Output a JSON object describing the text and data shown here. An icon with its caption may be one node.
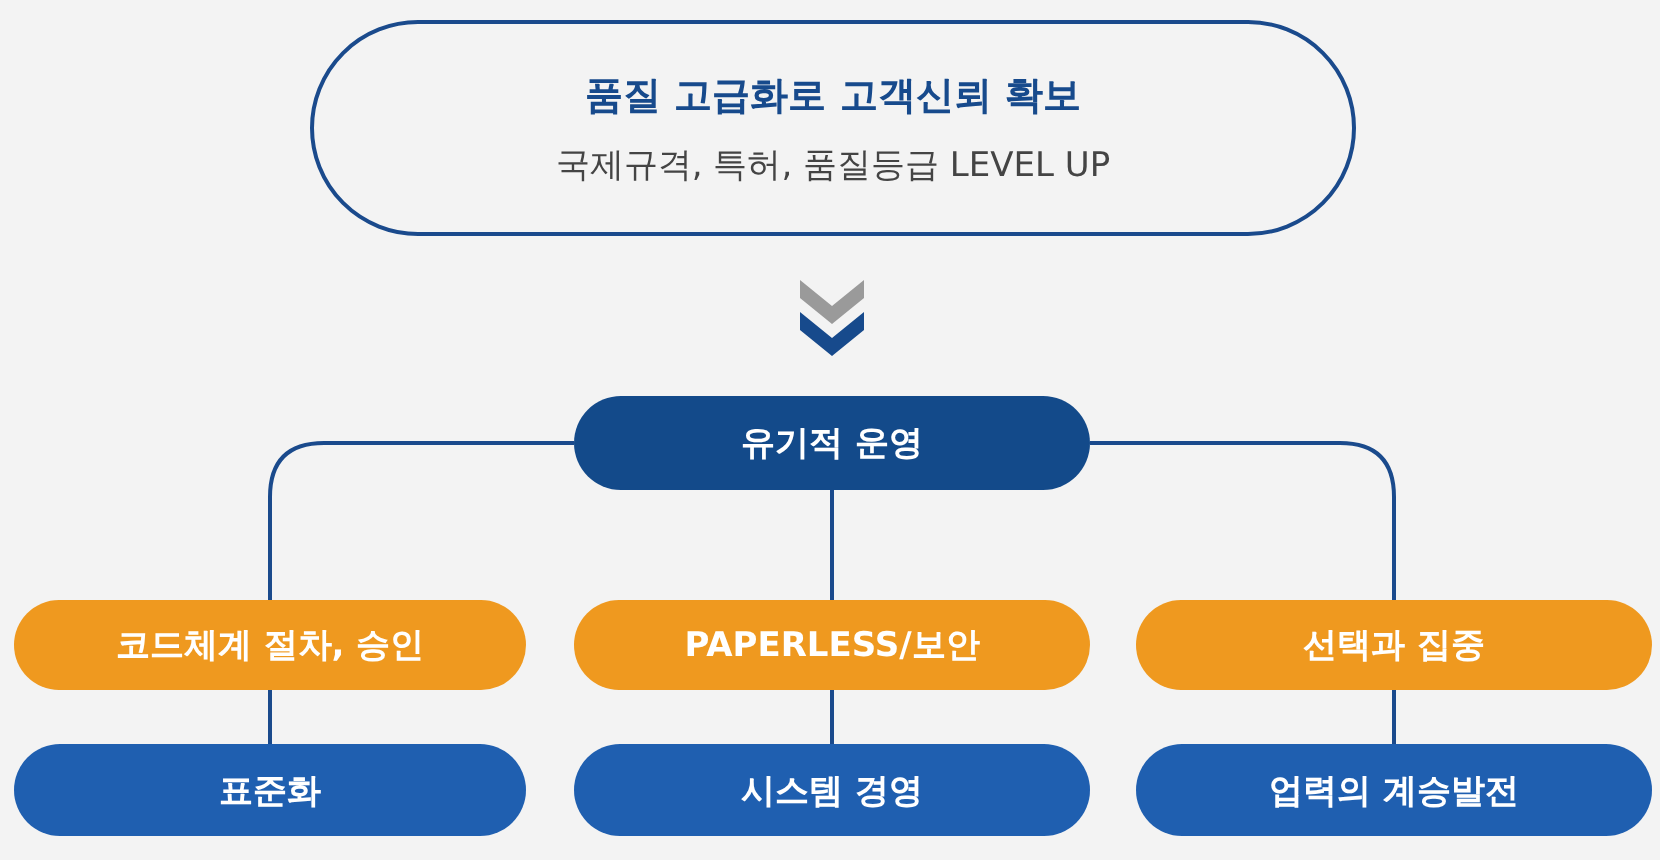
{
  "diagram": {
    "nodes": [
      {
        "text": [
          "품질 고급화로 고객신뢰 확보",
          "국제규격, 특허, 품질등급 LEVEL UP"
        ]
      },
      {
        "text": [
          "유기적 운영"
        ]
      },
      {
        "text": [
          "코드체계 절차, 승인"
        ]
      },
      {
        "text": [
          "PAPERLESS/보안"
        ]
      },
      {
        "text": [
          "선택과 집중"
        ]
      },
      {
        "text": [
          "표준화"
        ]
      },
      {
        "text": [
          "시스템 경영"
        ]
      },
      {
        "text": [
          "업력의 계승발전"
        ]
      }
    ],
    "edges": [
      {
        "from": 0,
        "to": 1,
        "arrow": "to"
      },
      {
        "from": 1,
        "to": 2,
        "arrow": "none"
      },
      {
        "from": 1,
        "to": 3,
        "arrow": "none"
      },
      {
        "from": 1,
        "to": 4,
        "arrow": "none"
      },
      {
        "from": 2,
        "to": 5,
        "arrow": "none"
      },
      {
        "from": 3,
        "to": 6,
        "arrow": "none"
      },
      {
        "from": 4,
        "to": 7,
        "arrow": "none"
      }
    ]
  }
}
